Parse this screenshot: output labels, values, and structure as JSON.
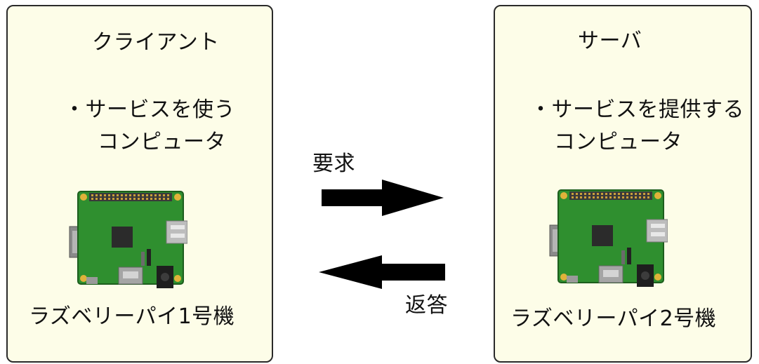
{
  "client": {
    "title": "クライアント",
    "desc_line1": "・サービスを使う",
    "desc_line2": "コンピュータ",
    "device_label": "ラズベリーパイ1号機"
  },
  "server": {
    "title": "サーバ",
    "desc_line1": "・サービスを提供する",
    "desc_line2": "コンピュータ",
    "device_label": "ラズベリーパイ2号機"
  },
  "arrows": {
    "request_label": "要求",
    "response_label": "返答"
  },
  "colors": {
    "panel_fill": "#fdfde8",
    "board_green": "#2f8f2f",
    "arrow": "#000000"
  },
  "icons": [
    "raspberry-pi-board-icon",
    "right-arrow-icon",
    "left-arrow-icon"
  ]
}
